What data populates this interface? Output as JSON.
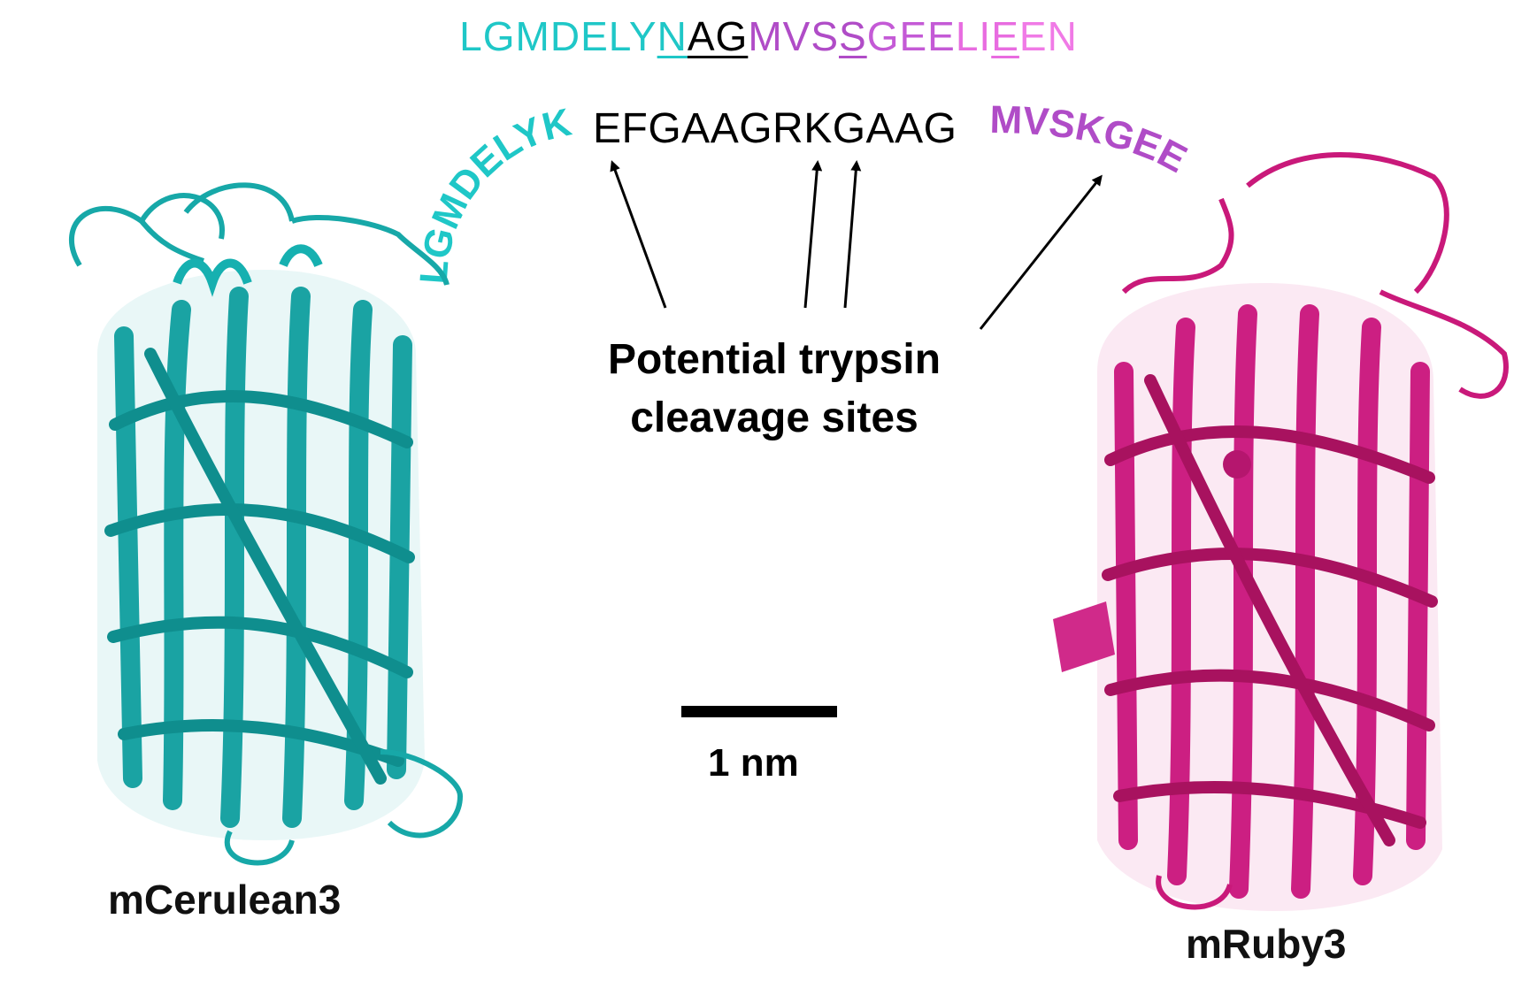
{
  "colors": {
    "cerulean": "#1fb5b5",
    "cerulean_dark": "#0a8f8f",
    "purple": "#b04cc7",
    "pink": "#e86ce0",
    "ruby": "#c9197a",
    "black": "#000000"
  },
  "top_sequence": [
    {
      "text": "LGMDELY",
      "color": "#1fc7c7",
      "underline": false
    },
    {
      "text": "N",
      "color": "#1fc7c7",
      "underline": true
    },
    {
      "text": "AG",
      "color": "#000000",
      "underline": true
    },
    {
      "text": "MVS",
      "color": "#b04cc7",
      "underline": false
    },
    {
      "text": "S",
      "color": "#b04cc7",
      "underline": true
    },
    {
      "text": "GEE",
      "color": "#c45ad6",
      "underline": false
    },
    {
      "text": "LI",
      "color": "#e86ce0",
      "underline": false
    },
    {
      "text": "E",
      "color": "#e86ce0",
      "underline": true
    },
    {
      "text": "EN",
      "color": "#f07ae6",
      "underline": false
    }
  ],
  "linker": {
    "curved_left": "LGMDELYK",
    "middle_1": "EFGAAGR",
    "middle_k": "K",
    "middle_2": "GAAG",
    "curved_right": "MVSKGEE"
  },
  "callout_lines": [
    "Potential trypsin",
    "cleavage sites"
  ],
  "scale_bar_label": "1 nm",
  "proteins": {
    "left": {
      "name": "mCerulean3",
      "icon": "beta-barrel-ribbon"
    },
    "right": {
      "name": "mRuby3",
      "icon": "beta-barrel-ribbon"
    }
  }
}
